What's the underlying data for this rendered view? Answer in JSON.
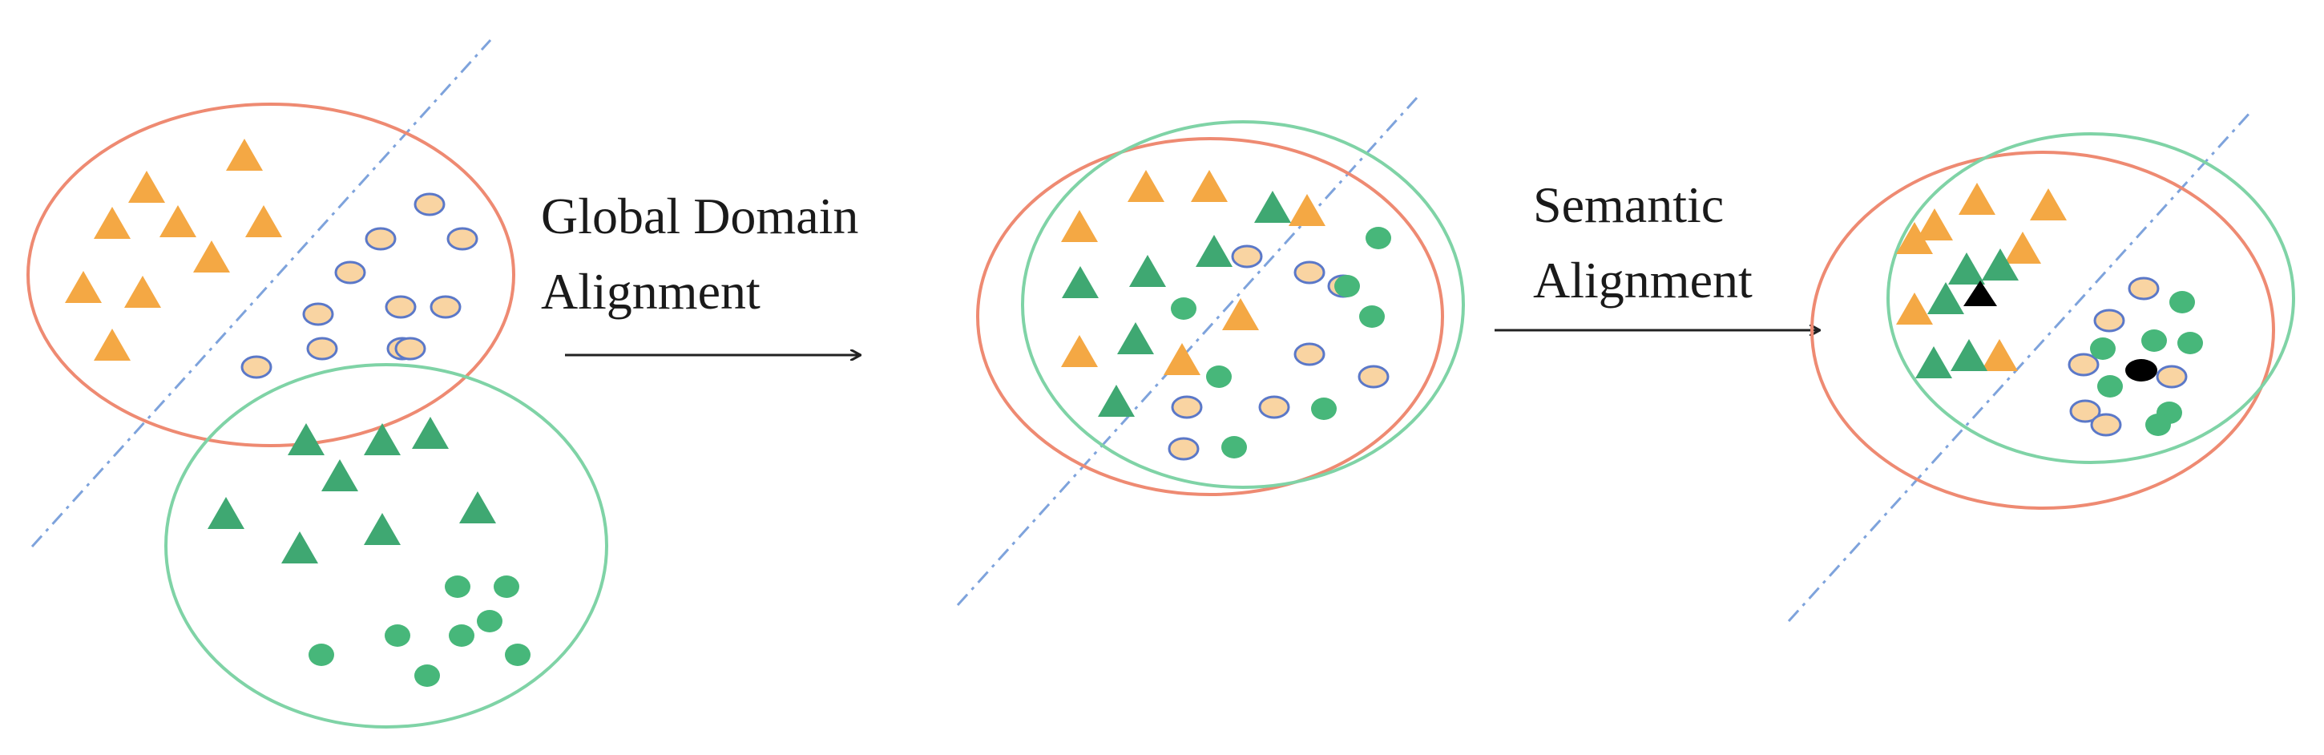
{
  "labels": {
    "step1_line1": "Global Domain",
    "step1_line2": "Alignment",
    "step2_line1": "Semantic",
    "step2_line2": "Alignment"
  },
  "colors": {
    "source_boundary": "#ee8a72",
    "target_boundary": "#7fd3a6",
    "decision_line": "#7ea3dc",
    "source_triangle": "#f4a844",
    "target_triangle": "#3fa872",
    "source_circle_fill": "#f9d4a2",
    "source_circle_stroke": "#5b78c8",
    "target_circle": "#47b77a",
    "prototype": "#000000"
  }
}
